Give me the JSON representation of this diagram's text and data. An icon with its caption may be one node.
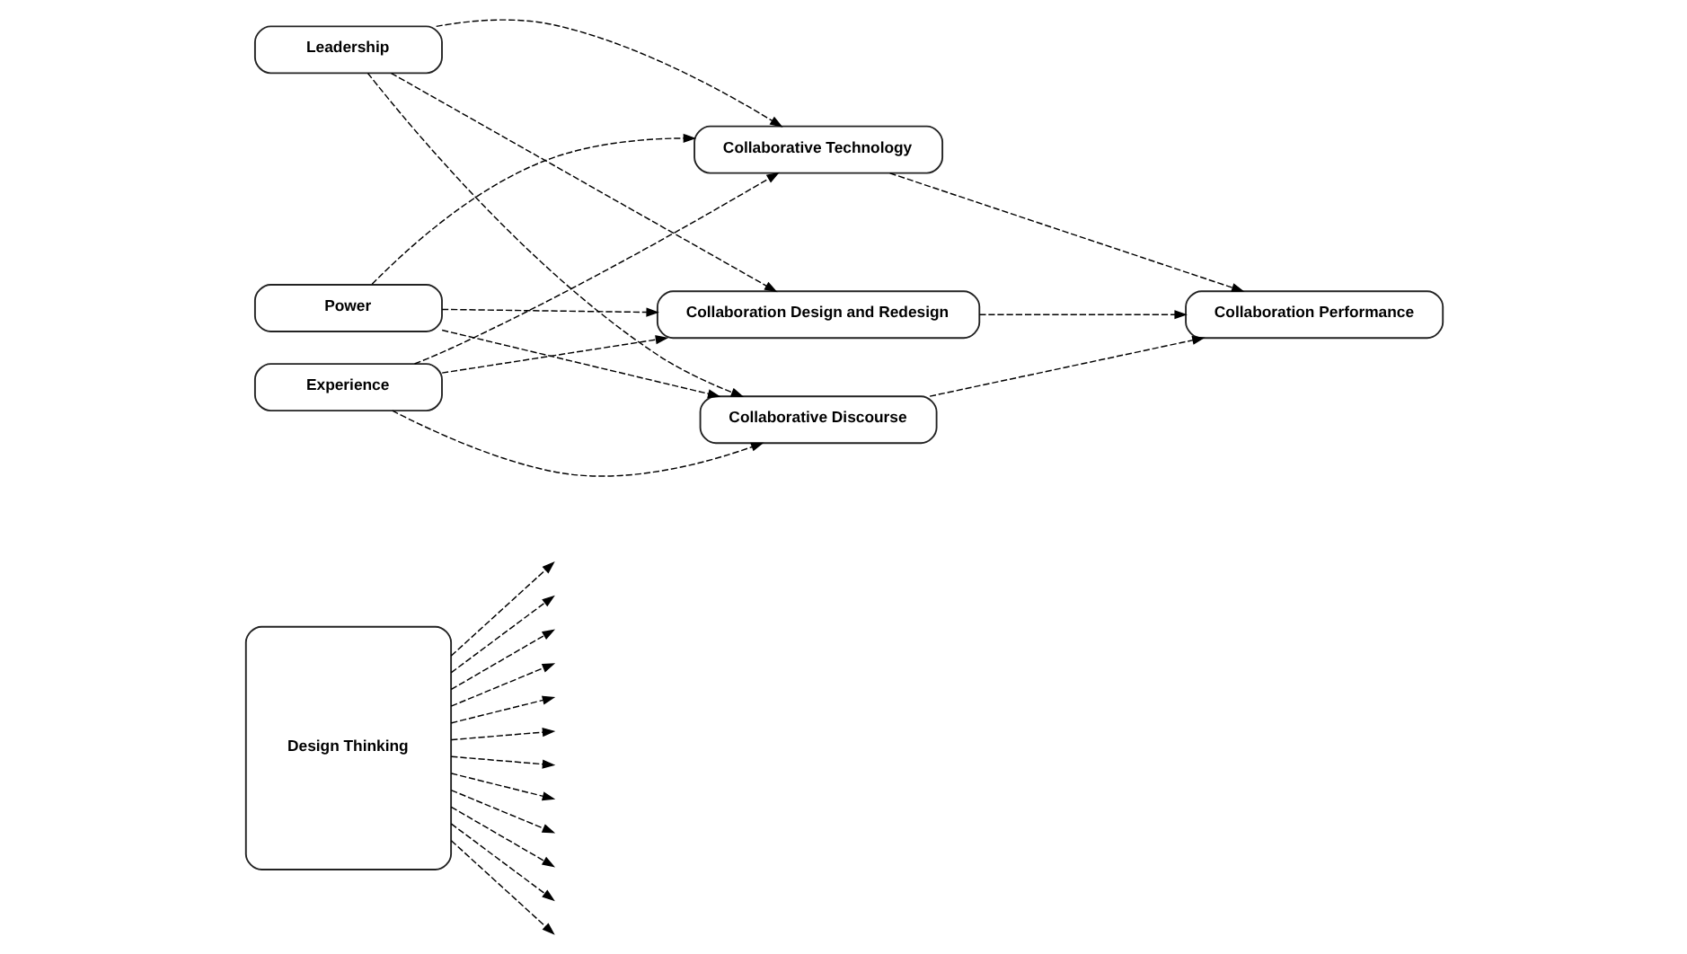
{
  "diagram": {
    "nodes": [
      {
        "text": [
          "Design Thinking"
        ]
      },
      {
        "text": [
          "Power"
        ]
      },
      {
        "text": [
          "Leadership"
        ]
      },
      {
        "text": [
          "Experience"
        ]
      },
      {
        "text": [
          "Collaboration Design and Redesign"
        ]
      },
      {
        "text": [
          "Collaborative Technology"
        ]
      },
      {
        "text": [
          "Collaborative Discourse"
        ]
      },
      {
        "text": [
          "Collaboration Performance"
        ]
      }
    ],
    "edges": [
      {
        "from": 1,
        "to": 4,
        "arrow": "to",
        "style": "dashed"
      },
      {
        "from": 1,
        "to": 5,
        "arrow": "to",
        "style": "dashed"
      },
      {
        "from": 1,
        "to": 6,
        "arrow": "to",
        "style": "dashed"
      },
      {
        "from": 2,
        "to": 4,
        "arrow": "to",
        "style": "dashed"
      },
      {
        "from": 2,
        "to": 5,
        "arrow": "to",
        "style": "dashed"
      },
      {
        "from": 2,
        "to": 6,
        "arrow": "to",
        "style": "dashed"
      },
      {
        "from": 3,
        "to": 4,
        "arrow": "to",
        "style": "dashed"
      },
      {
        "from": 3,
        "to": 5,
        "arrow": "to",
        "style": "dashed"
      },
      {
        "from": 3,
        "to": 6,
        "arrow": "to",
        "style": "dashed"
      },
      {
        "from": 4,
        "to": 7,
        "arrow": "to",
        "style": "dashed"
      },
      {
        "from": 5,
        "to": 7,
        "arrow": "to",
        "style": "dashed"
      },
      {
        "from": 6,
        "to": 7,
        "arrow": "to",
        "style": "dashed"
      },
      {
        "from": 0,
        "to": null,
        "arrow": "to",
        "style": "dashed"
      },
      {
        "from": 0,
        "to": null,
        "arrow": "to",
        "style": "dashed"
      },
      {
        "from": 0,
        "to": null,
        "arrow": "to",
        "style": "dashed"
      },
      {
        "from": 0,
        "to": null,
        "arrow": "to",
        "style": "dashed"
      },
      {
        "from": 0,
        "to": null,
        "arrow": "to",
        "style": "dashed"
      },
      {
        "from": 0,
        "to": null,
        "arrow": "to",
        "style": "dashed"
      },
      {
        "from": 0,
        "to": null,
        "arrow": "to",
        "style": "dashed"
      },
      {
        "from": 0,
        "to": null,
        "arrow": "to",
        "style": "dashed"
      },
      {
        "from": 0,
        "to": null,
        "arrow": "to",
        "style": "dashed"
      },
      {
        "from": 0,
        "to": null,
        "arrow": "to",
        "style": "dashed"
      },
      {
        "from": 0,
        "to": null,
        "arrow": "to",
        "style": "dashed"
      },
      {
        "from": 0,
        "to": null,
        "arrow": "to",
        "style": "dashed"
      }
    ]
  }
}
